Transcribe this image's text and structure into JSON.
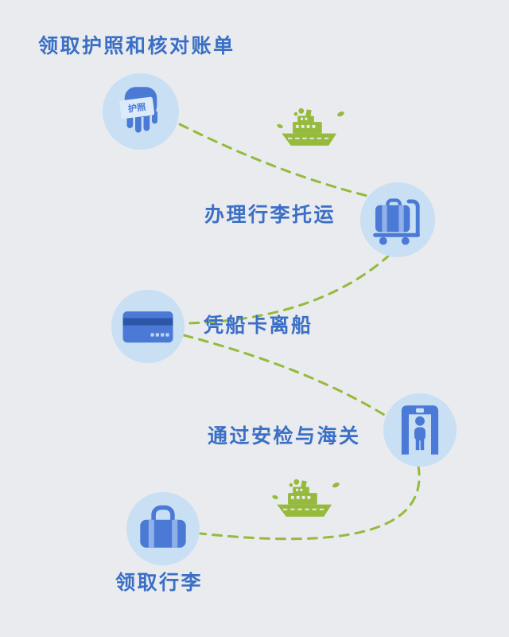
{
  "diagram": {
    "background": "#e9ebee",
    "steps": [
      {
        "label": "领取护照和核对账单",
        "icon": "passport-hand-icon"
      },
      {
        "label": "办理行李托运",
        "icon": "luggage-cart-icon"
      },
      {
        "label": "凭船卡离船",
        "icon": "ship-card-icon"
      },
      {
        "label": "通过安检与海关",
        "icon": "security-gate-icon"
      },
      {
        "label": "领取行李",
        "icon": "travel-bag-icon"
      }
    ],
    "passport_card_text": "护照",
    "decorations": [
      {
        "icon": "cruise-ship-icon"
      },
      {
        "icon": "cruise-ship-icon"
      }
    ],
    "colors": {
      "badge_fill": "#c9dff4",
      "icon_blue": "#4a7ad6",
      "icon_blue_dark": "#2d56a8",
      "icon_blue_light": "#8fb0e8",
      "label_blue": "#3b6fc6",
      "route_green": "#95ba3c"
    }
  }
}
